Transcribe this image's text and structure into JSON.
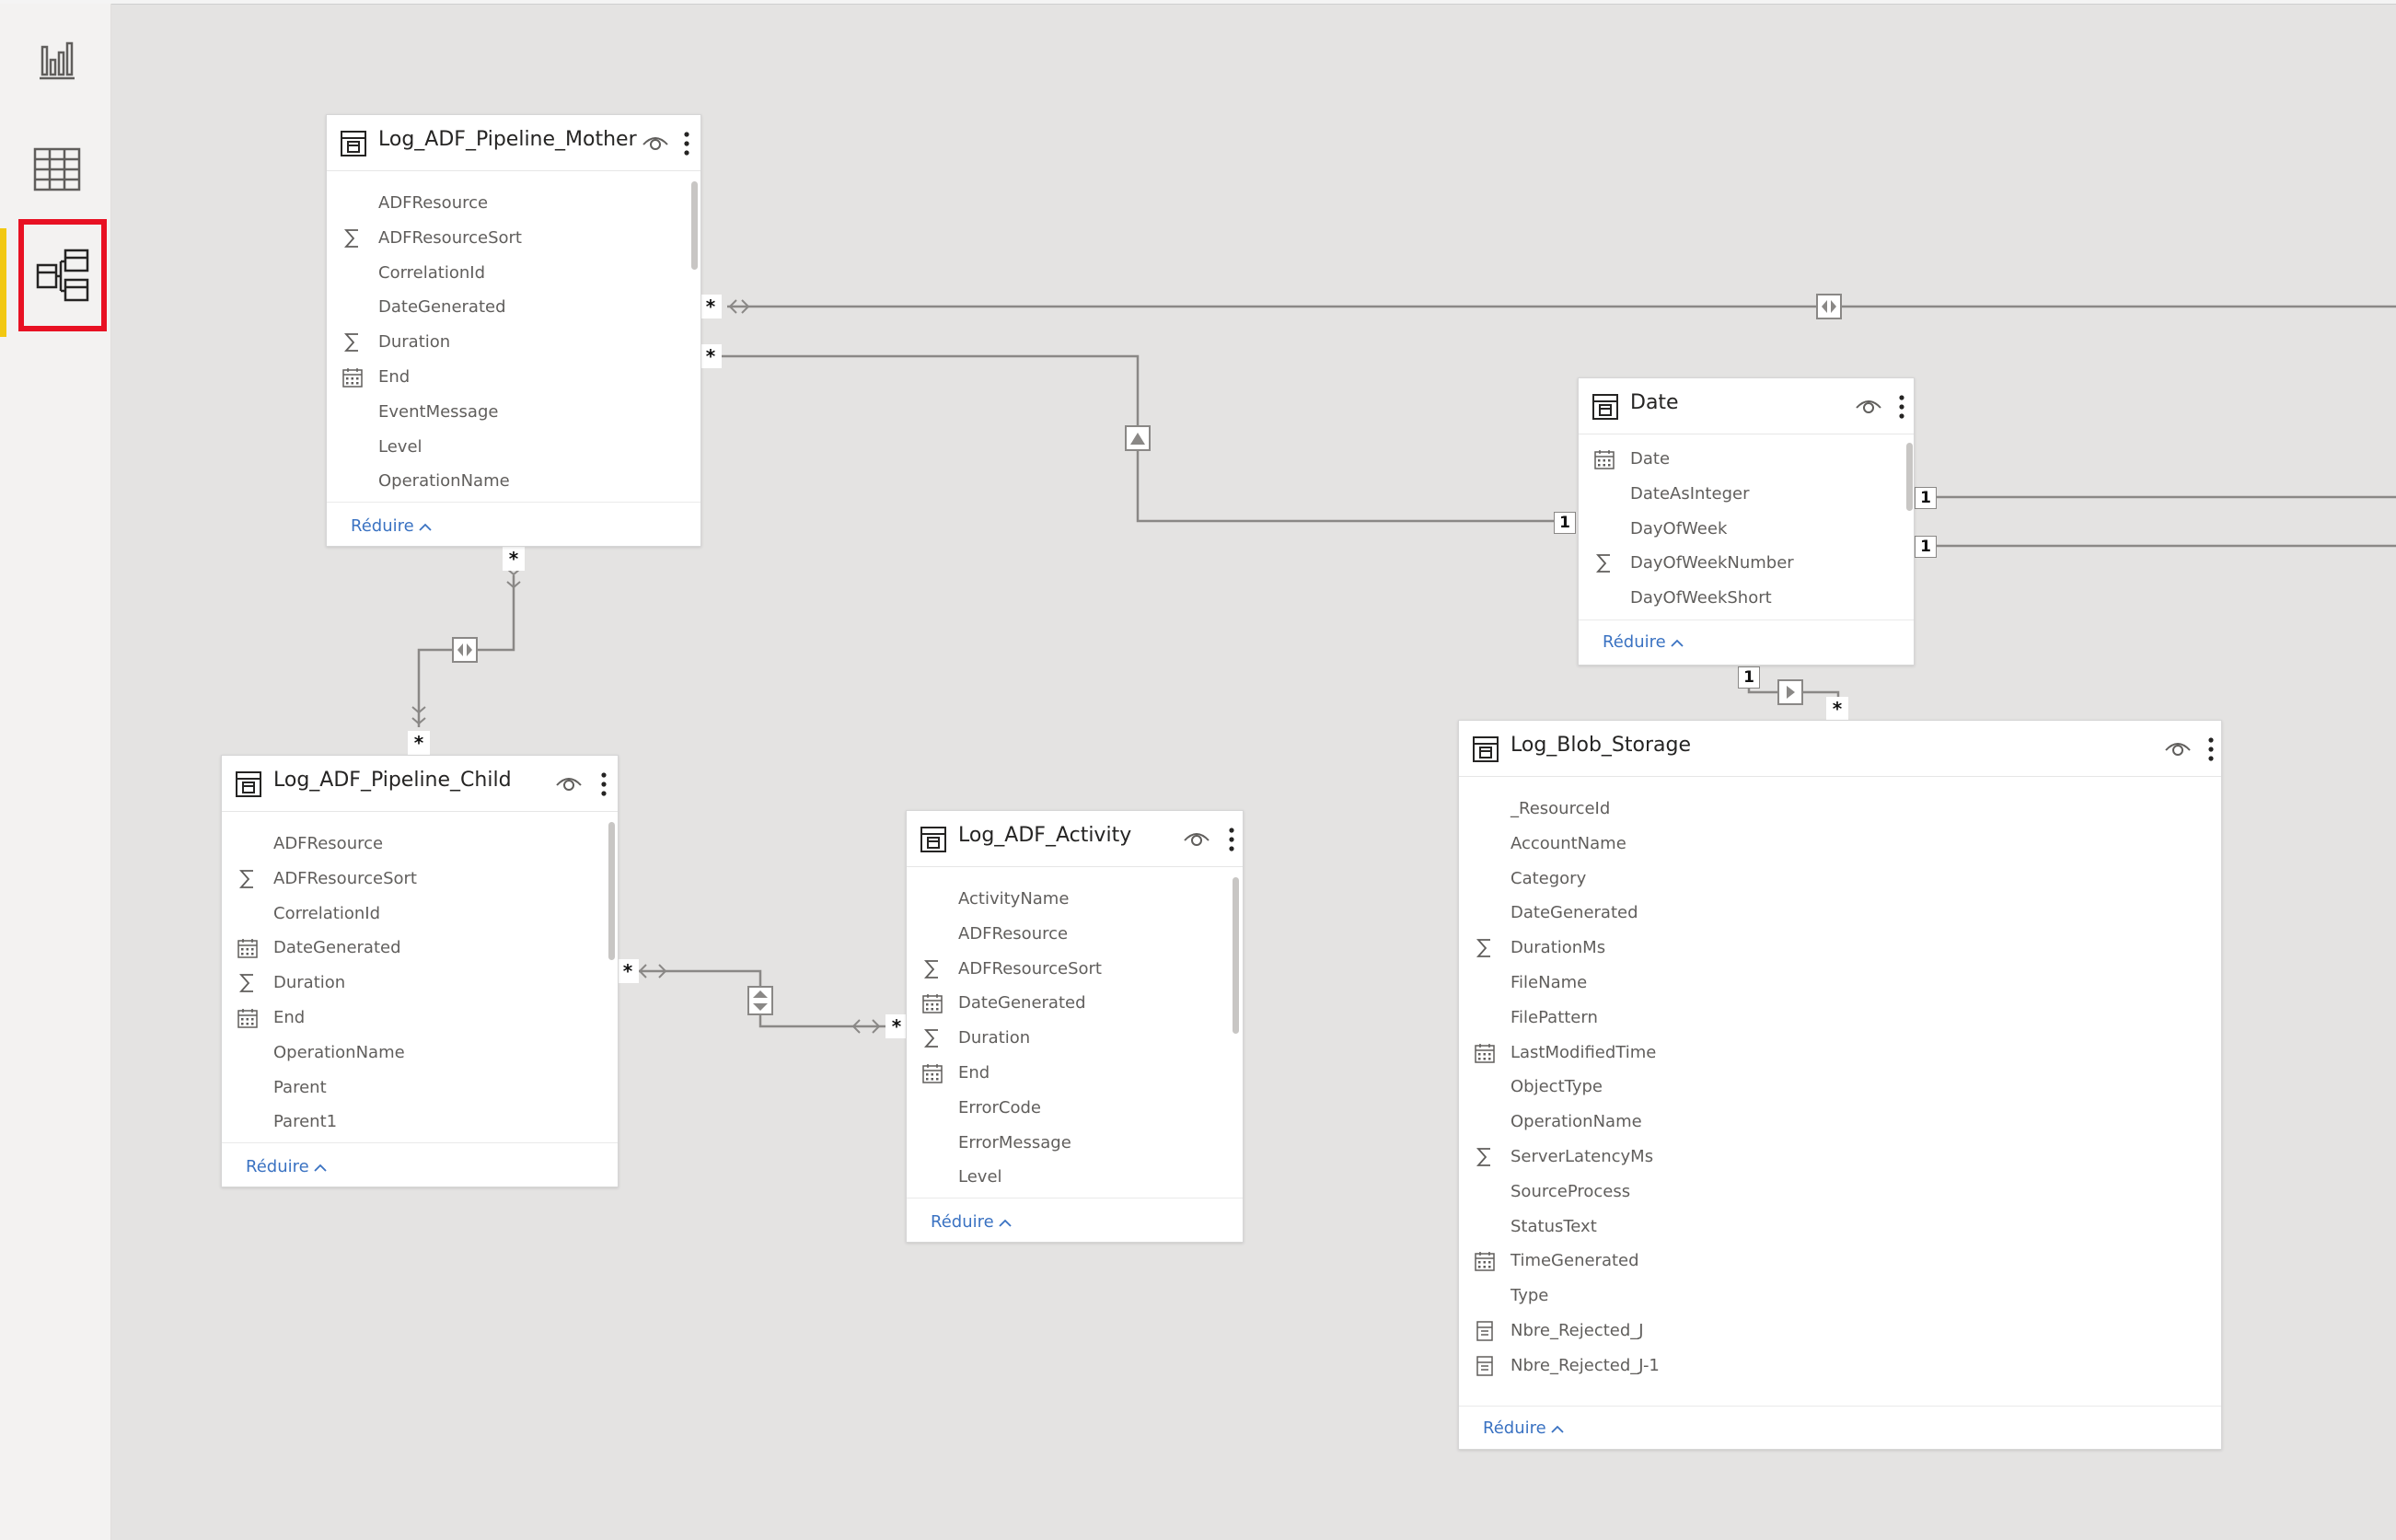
{
  "tables": {
    "mother": {
      "name": "Log_ADF_Pipeline_Mother",
      "fields": [
        "ADFResource",
        "ADFResourceSort",
        "CorrelationId",
        "DateGenerated",
        "Duration",
        "End",
        "EventMessage",
        "Level",
        "OperationName"
      ],
      "collapse": "Réduire"
    },
    "child": {
      "name": "Log_ADF_Pipeline_Child",
      "fields": [
        "ADFResource",
        "ADFResourceSort",
        "CorrelationId",
        "DateGenerated",
        "Duration",
        "End",
        "OperationName",
        "Parent",
        "Parent1"
      ],
      "collapse": "Réduire"
    },
    "activity": {
      "name": "Log_ADF_Activity",
      "fields": [
        "ActivityName",
        "ADFResource",
        "ADFResourceSort",
        "DateGenerated",
        "Duration",
        "End",
        "ErrorCode",
        "ErrorMessage",
        "Level"
      ],
      "collapse": "Réduire"
    },
    "date": {
      "name": "Date",
      "fields": [
        "Date",
        "DateAsInteger",
        "DayOfWeek",
        "DayOfWeekNumber",
        "DayOfWeekShort"
      ],
      "collapse": "Réduire"
    },
    "blob": {
      "name": "Log_Blob_Storage",
      "fields": [
        "_ResourceId",
        "AccountName",
        "Category",
        "DateGenerated",
        "DurationMs",
        "FileName",
        "FilePattern",
        "LastModifiedTime",
        "ObjectType",
        "OperationName",
        "ServerLatencyMs",
        "SourceProcess",
        "StatusText",
        "TimeGenerated",
        "Type",
        "Nbre_Rejected_J",
        "Nbre_Rejected_J-1"
      ],
      "collapse": "Réduire"
    }
  },
  "cardinality": {
    "many": "*",
    "one": "1"
  },
  "icons": {
    "nav": [
      "report-view-icon",
      "table-view-icon",
      "model-view-icon"
    ],
    "field_types": [
      "sigma-icon",
      "calendar-icon",
      "measure-icon"
    ]
  },
  "colors": {
    "accent": "#f2c811",
    "selected_border": "#e81123",
    "link": "#3a72c2"
  }
}
